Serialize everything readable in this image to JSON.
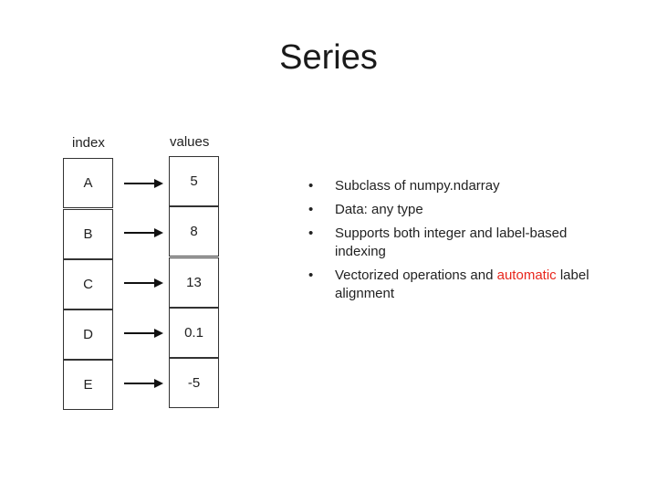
{
  "title": "Series",
  "diagram": {
    "index_header": "index",
    "values_header": "values",
    "rows": [
      {
        "index": "A",
        "value": "5"
      },
      {
        "index": "B",
        "value": "8"
      },
      {
        "index": "C",
        "value": "13"
      },
      {
        "index": "D",
        "value": "0.1"
      },
      {
        "index": "E",
        "value": "-5"
      }
    ]
  },
  "bullets": [
    {
      "text": "Subclass of numpy.ndarray"
    },
    {
      "text": "Data: any type"
    },
    {
      "text": "Supports both integer and label-based indexing"
    },
    {
      "text_before": "Vectorized operations and ",
      "highlight": "automatic",
      "text_after": " label alignment"
    }
  ],
  "colors": {
    "highlight": "#e8261c",
    "text": "#222222"
  }
}
